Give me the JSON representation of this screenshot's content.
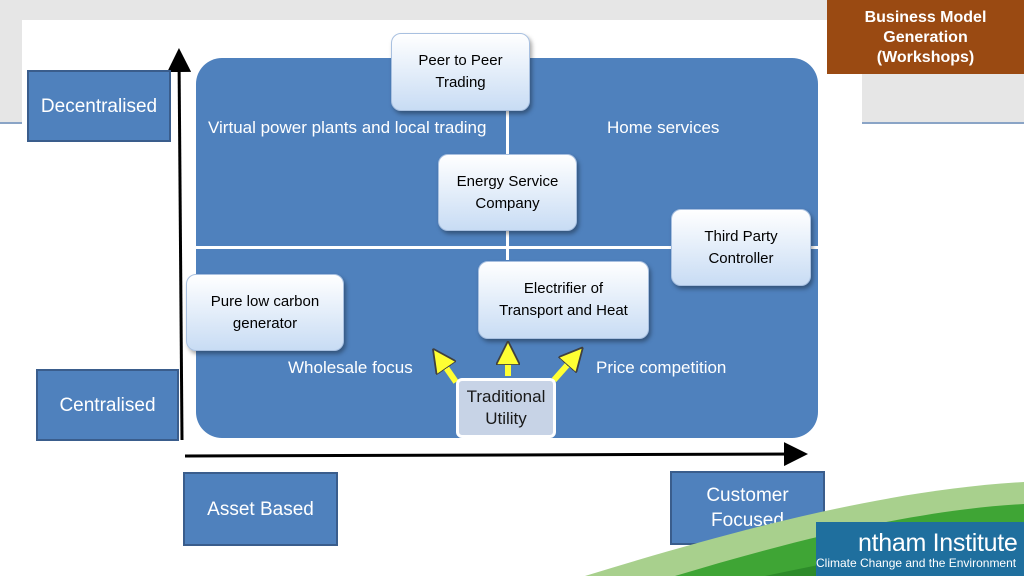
{
  "header": {
    "corner_label": "Business Model\nGeneration\n(Workshops)"
  },
  "axes": {
    "y_top_label": "Decentralised",
    "y_bottom_label": "Centralised",
    "x_left_label": "Asset Based",
    "x_right_label": "Customer\nFocused"
  },
  "quadrants": {
    "top_left": "Virtual power plants and local trading",
    "top_right": "Home services",
    "bottom_left": "Wholesale focus",
    "bottom_right": "Price competition"
  },
  "models": {
    "peer_to_peer": "Peer to Peer\nTrading",
    "energy_service": "Energy Service\nCompany",
    "third_party": "Third Party\nController",
    "pure_low_carbon": "Pure low carbon\ngenerator",
    "electrifier": "Electrifier of\nTransport and Heat",
    "traditional_utility": "Traditional\nUtility"
  },
  "logo": {
    "title": "ntham Institute",
    "subtitle": "Climate Change and the Environment"
  },
  "colors": {
    "panel": "#4f81bd",
    "corner": "#9a4a12",
    "arrow": "#ffff33",
    "logo_green": "#3fa535"
  }
}
